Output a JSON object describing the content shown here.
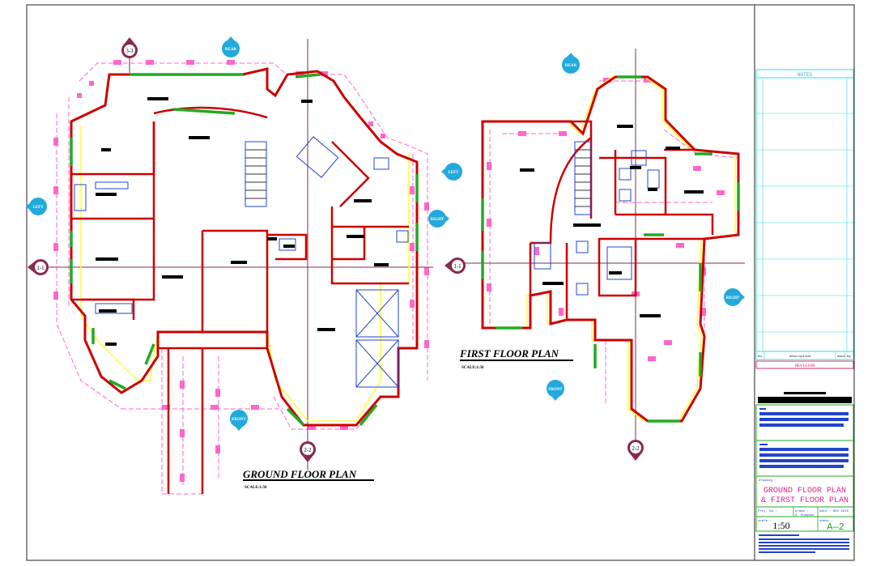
{
  "plans": {
    "ground": {
      "title": "GROUND FLOOR PLAN",
      "scale": "SCALE:1:50"
    },
    "first": {
      "title": "FIRST FLOOR PLAN",
      "scale": "SCALE:1:50"
    }
  },
  "markers": {
    "s33": "3-3",
    "s11a": "1-1",
    "s11b": "1-1",
    "s22a": "2-2",
    "s22b": "2-2",
    "rear": "REAR",
    "left": "LEFT",
    "right": "RIGHT",
    "front": "FRONT"
  },
  "titleblock": {
    "notes": "NOTES",
    "rev_no": "no.",
    "rev_desc": "description",
    "rev_date": "date",
    "rev_by": "by",
    "revision": "REVISION",
    "drawing": "drawing :",
    "drawing_title_1": "GROUND FLOOR PLAN",
    "drawing_title_2": "& FIRST FLOOR PLAN",
    "proj_no": "Proj. No :",
    "drawn": "drawn :",
    "drawn_by": "S. Thompson",
    "date": "date : NOV 2015",
    "scale_label": "scale :",
    "scale": "1:50",
    "sheet_label": "sheet :",
    "sheet": "A—2"
  }
}
